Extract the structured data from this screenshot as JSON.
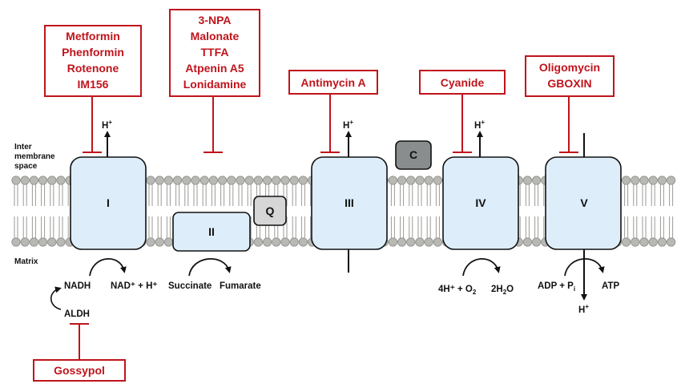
{
  "labels": {
    "intermembrane_space": [
      "Inter",
      "membrane",
      "space"
    ],
    "matrix": "Matrix"
  },
  "inhibitors": {
    "complex_I": [
      "Metformin",
      "Phenformin",
      "Rotenone",
      "IM156"
    ],
    "complex_II": [
      "3-NPA",
      "Malonate",
      "TTFA",
      "Atpenin A5",
      "Lonidamine"
    ],
    "complex_III": [
      "Antimycin A"
    ],
    "complex_IV": [
      "Cyanide"
    ],
    "complex_V": [
      "Oligomycin",
      "GBOXIN"
    ],
    "aldh": [
      "Gossypol"
    ]
  },
  "complexes": {
    "I": "I",
    "II": "II",
    "III": "III",
    "IV": "IV",
    "V": "V",
    "Q": "Q",
    "C": "C"
  },
  "protons": {
    "h_plus": "H",
    "plus": "+"
  },
  "reactions": {
    "nadh": "NADH",
    "nad_plus": "NAD",
    "nad_suffix": "⁺ + H⁺",
    "aldh": "ALDH",
    "succinate": "Succinate",
    "fumarate": "Fumarate",
    "o2_left": "4H⁺ + O",
    "o2_sub": "2",
    "water_left": "2H",
    "water_sub": "2",
    "water_right": "O",
    "adp": "ADP + P",
    "adp_sub": "i",
    "atp": "ATP"
  },
  "colors": {
    "inhibitor": "#c0141c",
    "complex_fill": "#ddeefa",
    "membrane_head": "#b8b8b4",
    "q_fill": "#d6d6d6",
    "c_fill": "#8a8d8e"
  }
}
